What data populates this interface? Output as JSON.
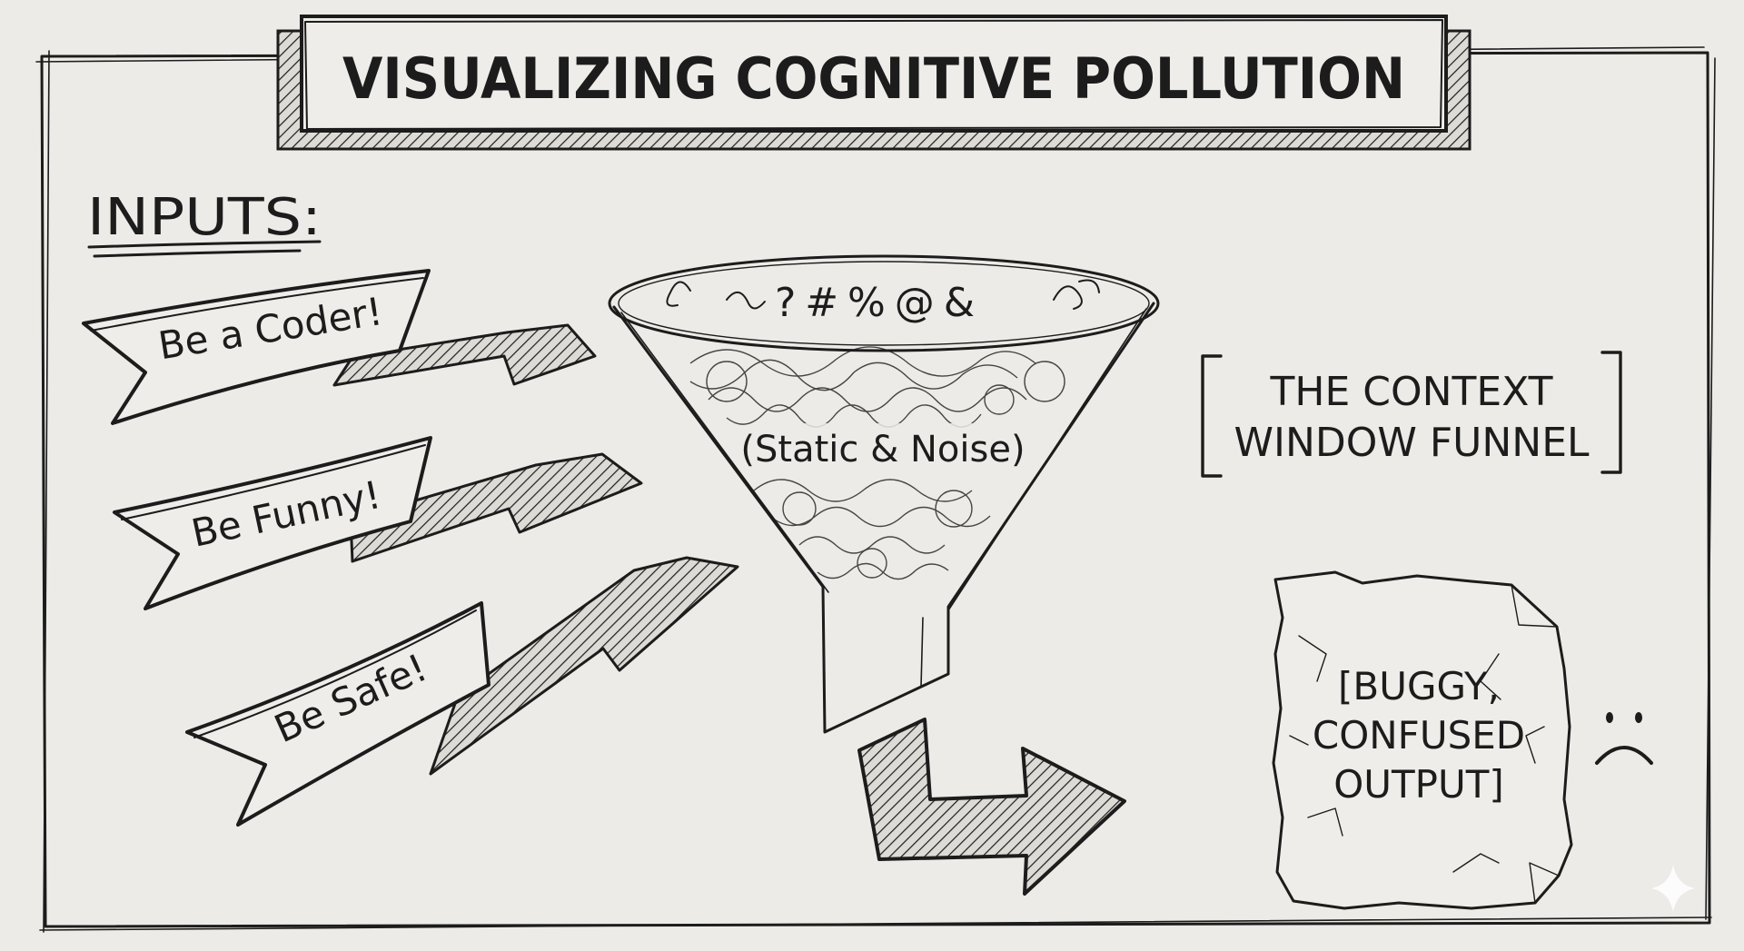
{
  "title": "VISUALIZING COGNITIVE POLLUTION",
  "inputs": {
    "heading": "INPUTS:",
    "items": [
      {
        "label": "Be a Coder!"
      },
      {
        "label": "Be Funny!"
      },
      {
        "label": "Be Safe!"
      }
    ]
  },
  "funnel": {
    "symbols": "?#%@&",
    "noise_label": "(Static & Noise)",
    "caption_line1": "THE CONTEXT",
    "caption_line2": "WINDOW FUNNEL"
  },
  "output": {
    "line1": "[BUGGY,",
    "line2": "CONFUSED",
    "line3": "OUTPUT]",
    "face_icon": "sad-face-icon"
  },
  "colors": {
    "ink": "#1c1c1c",
    "paper": "#ecebe7"
  }
}
